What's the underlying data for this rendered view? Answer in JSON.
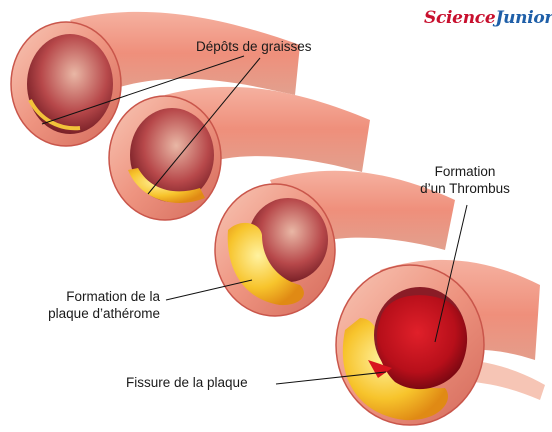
{
  "brand": {
    "part1": "Science",
    "part2": "Junior",
    "color1": "#c8102e",
    "color2": "#1f5fa8"
  },
  "labels": {
    "fat_deposits": "Dépôts de graisses",
    "thrombus_l1": "Formation",
    "thrombus_l2": "d’un Thrombus",
    "atheroma_l1": "Formation de la",
    "atheroma_l2": "plaque d’athérome",
    "fissure": "Fissure de la plaque"
  },
  "colors": {
    "vessel_wall": "#f2a08c",
    "vessel_light": "#f9cfc0",
    "vessel_dark": "#b8403a",
    "lumen": "#7a1420",
    "fat": "#f6c22e",
    "thrombus": "#c4101c"
  }
}
